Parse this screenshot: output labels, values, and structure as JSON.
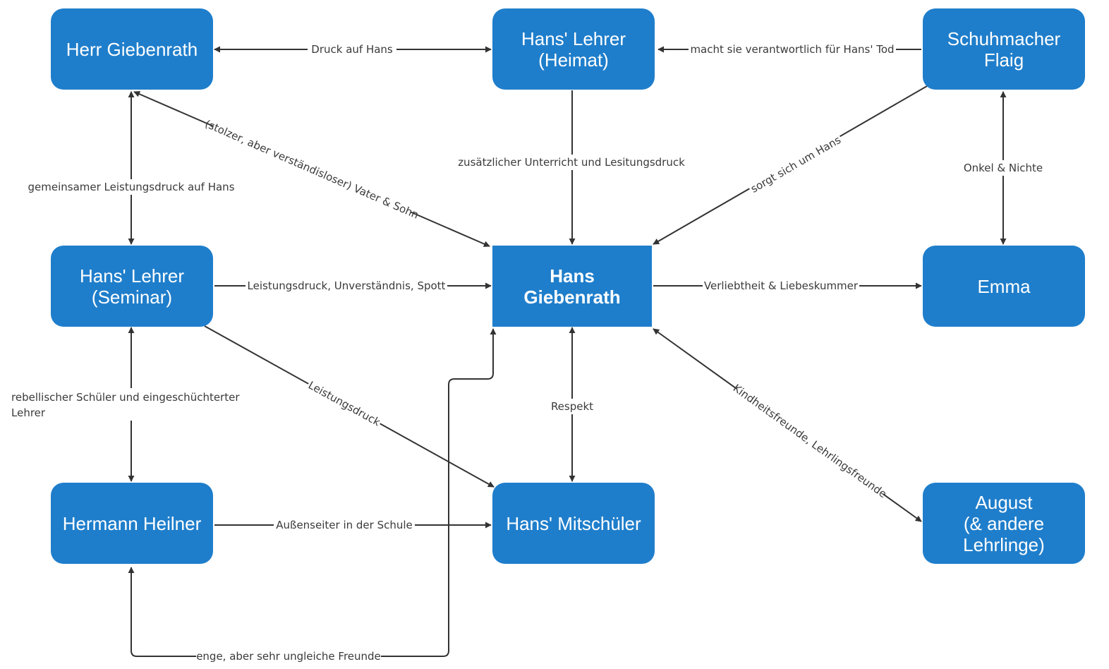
{
  "colors": {
    "node": "#1f7ecb",
    "node_text": "#ffffff",
    "line": "#333333",
    "label": "#3a3a3a"
  },
  "nodes": {
    "herr_giebenrath": "Herr Giebenrath",
    "lehrer_heimat": "Hans' Lehrer\n(Heimat)",
    "flaig": "Schuhmacher\nFlaig",
    "lehrer_seminar": "Hans' Lehrer\n(Seminar)",
    "hans": "Hans\nGiebenrath",
    "emma": "Emma",
    "heilner": "Hermann Heilner",
    "mitschueler": "Hans' Mitschüler",
    "august": "August\n(& andere\nLehrlinge)"
  },
  "edges": {
    "druck": "Druck auf Hans",
    "verantwortlich": "macht sie verantwortlich für Hans' Tod",
    "vater_sohn": "(stolzer, aber verständisloser) Vater & Sohn",
    "unterricht": "zusätzlicher Unterricht und Lesitungsdruck",
    "sorgt": "sorgt sich um Hans",
    "onkel": "Onkel & Nichte",
    "gemeinsamer": "gemeinsamer Leistungsdruck auf Hans",
    "leistung_spott": "Leistungsdruck, Unverständnis, Spott",
    "verliebtheit": "Verliebtheit & Liebeskummer",
    "rebellisch_1": "rebellischer Schüler und eingeschüchterter",
    "rebellisch_2": "Lehrer",
    "leistungsdruck": "Leistungsdruck",
    "respekt": "Respekt",
    "kindheit": "Kindheitsfreunde, Lehrlingsfreunde",
    "aussenseiter": "Außenseiter in der Schule",
    "freunde": "enge, aber sehr ungleiche Freunde"
  }
}
